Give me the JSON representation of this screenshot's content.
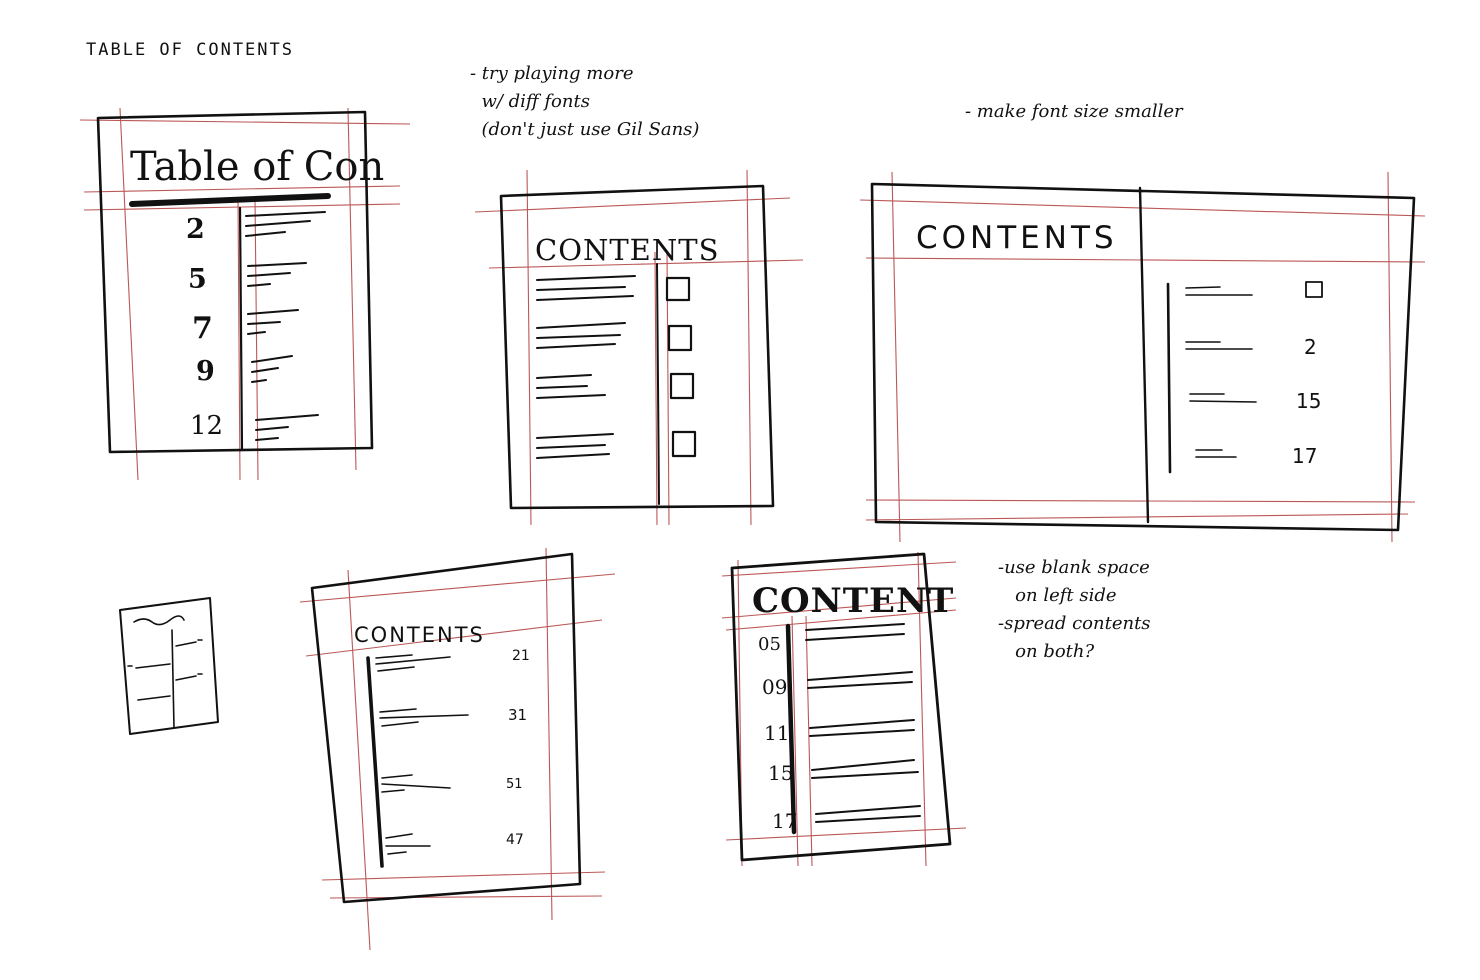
{
  "header": {
    "title": "TABLE OF CONTENTS"
  },
  "notes": {
    "fonts": "- try playing more\n  w/ diff fonts\n  (don't just use Gil Sans)",
    "font_size": "- make font size smaller",
    "blank_space": "-use blank space\n   on left side\n-spread contents\n   on both?"
  },
  "sketch1": {
    "heading": "Table of Con",
    "numbers": [
      "2",
      "5",
      "7",
      "9",
      "12"
    ]
  },
  "sketch2": {
    "heading": "CONTENTS"
  },
  "sketch3": {
    "heading": "CONTENTS",
    "numbers": [
      "2",
      "15",
      "17"
    ]
  },
  "sketch5": {
    "heading": "CONTENTS",
    "numbers": [
      "21",
      "31",
      "51",
      "47"
    ]
  },
  "sketch6": {
    "heading": "CONTENT",
    "numbers": [
      "05",
      "09",
      "11",
      "15",
      "17"
    ]
  }
}
